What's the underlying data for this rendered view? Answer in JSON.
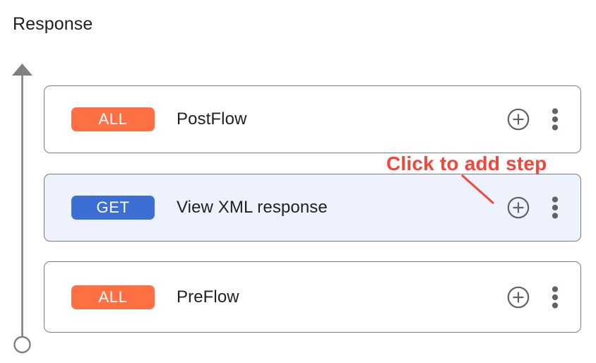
{
  "page": {
    "title": "Response"
  },
  "timeline": {
    "arrow_icon": "arrow-up-icon",
    "endpoint_icon": "circle-outline-icon",
    "color": "#7e8083"
  },
  "steps": [
    {
      "id": "postflow",
      "verb": "ALL",
      "verb_color": "#fc7043",
      "label": "PostFlow",
      "selected": false,
      "add_icon": "plus-circle-icon",
      "more_icon": "more-vertical-icon"
    },
    {
      "id": "view-xml-response",
      "verb": "GET",
      "verb_color": "#3b6fd4",
      "label": "View XML response",
      "selected": true,
      "add_icon": "plus-circle-icon",
      "more_icon": "more-vertical-icon"
    },
    {
      "id": "preflow",
      "verb": "ALL",
      "verb_color": "#fc7043",
      "label": "PreFlow",
      "selected": false,
      "add_icon": "plus-circle-icon",
      "more_icon": "more-vertical-icon"
    }
  ],
  "callout": {
    "text": "Click to add step",
    "color": "#f4453c"
  }
}
